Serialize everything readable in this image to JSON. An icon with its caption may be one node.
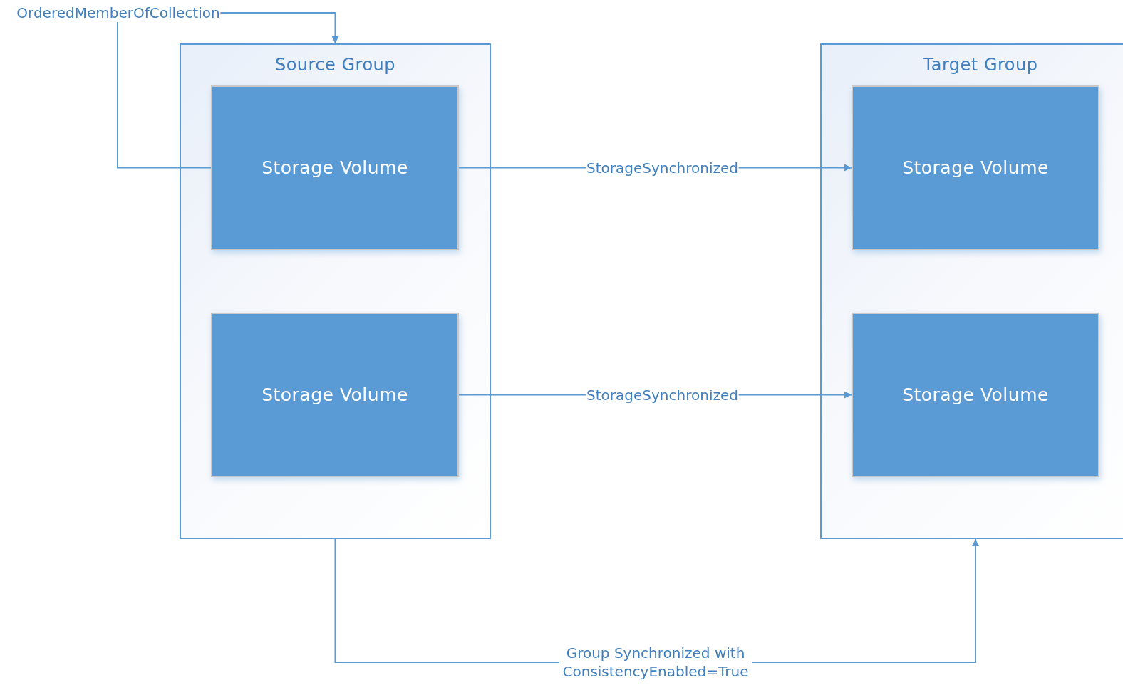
{
  "diagram": {
    "nodes": [
      {
        "text": [
          "Source Group"
        ]
      },
      {
        "text": [
          "Storage Volume"
        ],
        "in": 0
      },
      {
        "text": [
          "Storage Volume"
        ],
        "in": 0
      },
      {
        "text": [
          "Target Group"
        ]
      },
      {
        "text": [
          "Storage Volume"
        ],
        "in": 3
      },
      {
        "text": [
          "Storage Volume"
        ],
        "in": 3
      }
    ],
    "edges": [
      {
        "from": 1,
        "to": 0,
        "label": "OrderedMemberOfCollection",
        "arrow": "to"
      },
      {
        "from": 1,
        "to": 4,
        "label": "StorageSynchronized",
        "arrow": "to"
      },
      {
        "from": 2,
        "to": 5,
        "label": "StorageSynchronized",
        "arrow": "to"
      },
      {
        "from": 0,
        "to": 3,
        "label": "Group Synchronized with ConsistencyEnabled=True",
        "arrow": "to"
      }
    ]
  }
}
